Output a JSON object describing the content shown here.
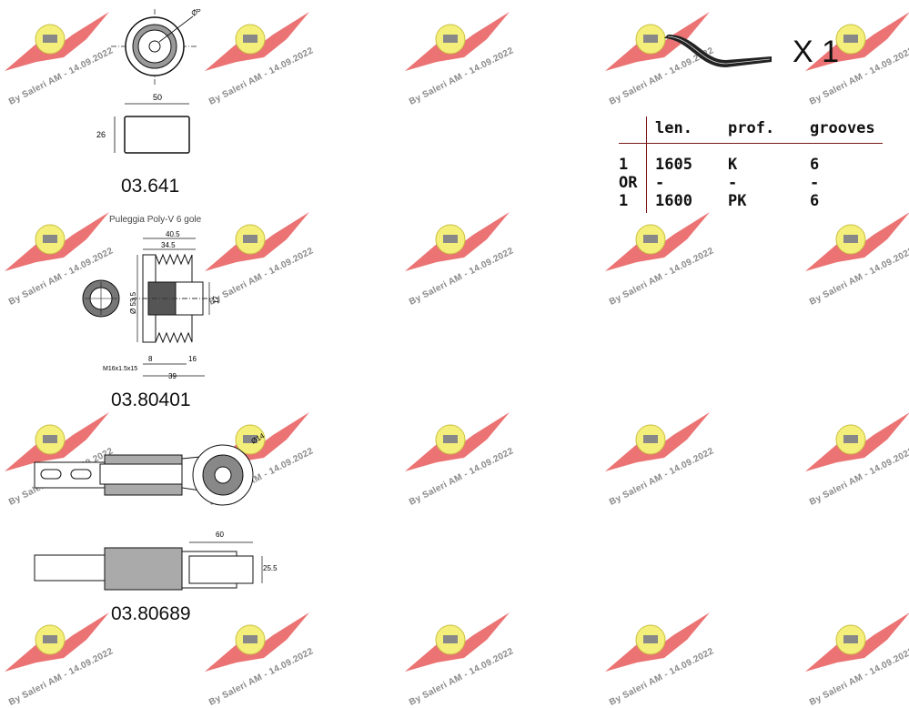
{
  "watermark": {
    "text": "By Saleri AM - 14.09.2022"
  },
  "parts": [
    {
      "code": "03.641",
      "dims": {
        "diameter": "Ø8",
        "width": "50",
        "height": "26"
      }
    },
    {
      "code": "03.80401",
      "caption": "Puleggia Poly-V 6 gole",
      "dims": {
        "d1": "40.5",
        "d2": "34.5",
        "dia": "Ø 53.5",
        "d3": "17",
        "d4": "8",
        "d5": "16",
        "thread": "M16x1.5x15",
        "d6": "39"
      }
    },
    {
      "code": "03.80689",
      "dims": {
        "dia": "Ø14",
        "len": "60",
        "h": "25.5"
      }
    }
  ],
  "belt": {
    "quantity": "X 1",
    "table": {
      "headers": [
        "",
        "len.",
        "prof.",
        "grooves"
      ],
      "rows": [
        [
          "1",
          "1605",
          "K",
          "6"
        ],
        [
          "OR",
          "-",
          "-",
          "-"
        ],
        [
          "1",
          "1600",
          "PK",
          "6"
        ]
      ]
    }
  },
  "colors": {
    "watermark_red": "#e85a5a",
    "watermark_yellow": "#f4ee7a",
    "table_rule": "#7a1a1a"
  }
}
